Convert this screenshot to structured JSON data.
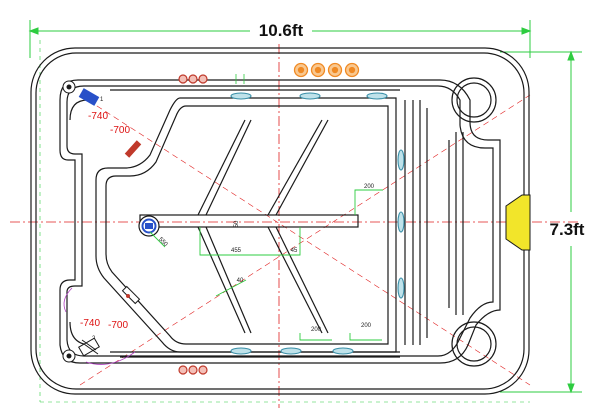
{
  "dimensions": {
    "width_label": "10.6ft",
    "height_label": "7.3ft"
  },
  "labels": {
    "corner_tl_a": "-740",
    "corner_tl_b": "-700",
    "corner_tl_num": "1",
    "corner_bl_a": "-740",
    "corner_bl_b": "-700",
    "corner_bl_num": "2",
    "dim_200_top": "200",
    "dim_200_bottom_left": "200",
    "dim_200_bottom_right": "200",
    "dim_455": "455",
    "dim_45": "45",
    "dim_50": "50",
    "dim_40": "40",
    "dim_550": "550"
  },
  "colors": {
    "outline": "#1a1a1a",
    "dimension": "#2ecc40",
    "centerline": "#e02020",
    "jet_blue": "#3a8fa8",
    "jet_orange": "#f08a24",
    "jet_red": "#c0392b",
    "skimmer": "#f2e52a"
  }
}
